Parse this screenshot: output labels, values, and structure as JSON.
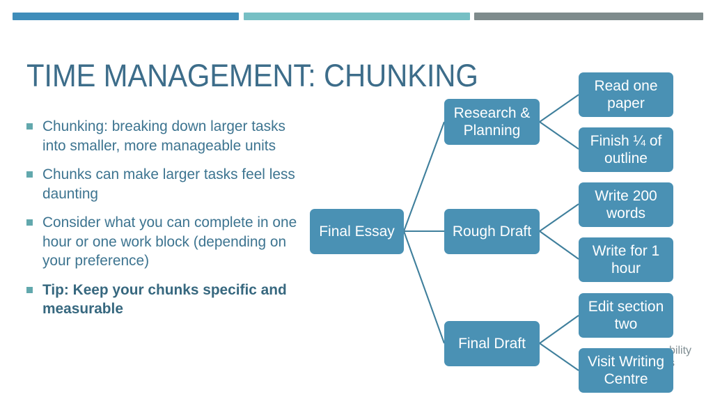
{
  "deco_bars": [
    {
      "name": "bar-blue",
      "color": "#3f8dba"
    },
    {
      "name": "bar-teal",
      "color": "#76bfc4"
    },
    {
      "name": "bar-gray",
      "color": "#7e8b8c"
    }
  ],
  "slide": {
    "title": "TIME MANAGEMENT: CHUNKING",
    "title_color": "#3d6d8a"
  },
  "bullets": [
    {
      "text": "Chunking: breaking down larger tasks into smaller, more manageable units",
      "bold": false
    },
    {
      "text": "Chunks can make larger tasks feel less daunting",
      "bold": false
    },
    {
      "text": "Consider what you can complete in one hour or one work block (depending on your preference)",
      "bold": false
    },
    {
      "text": "Tip: Keep your chunks specific and measurable",
      "bold": true
    }
  ],
  "diagram": {
    "node_color": "#4a91b4",
    "connector_color": "#3f7f9c",
    "root": {
      "label": "Final Essay"
    },
    "branches": [
      {
        "label": "Research & Planning",
        "children": [
          {
            "label": "Read one paper"
          },
          {
            "label": "Finish ¼ of outline"
          }
        ]
      },
      {
        "label": "Rough Draft",
        "children": [
          {
            "label": "Write 200 words"
          },
          {
            "label": "Write for 1 hour"
          }
        ]
      },
      {
        "label": "Final Draft",
        "children": [
          {
            "label": "Edit section two"
          },
          {
            "label": "Visit Writing Centre"
          }
        ]
      }
    ],
    "occluded_text": {
      "line1": "bility",
      "line2": "s"
    }
  }
}
